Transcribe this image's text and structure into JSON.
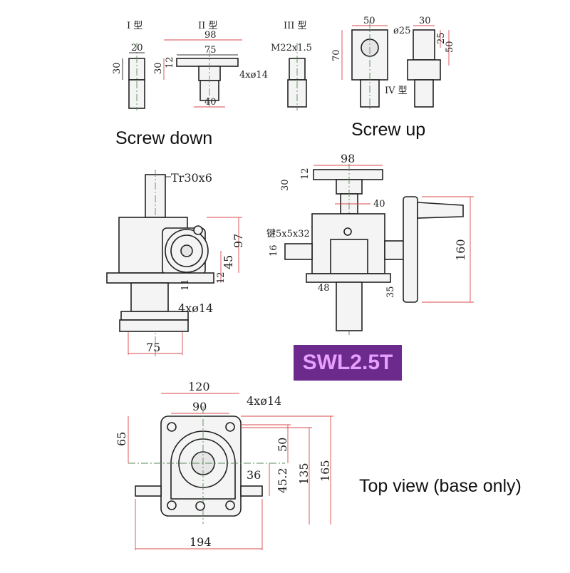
{
  "captions": {
    "screw_down": "Screw down",
    "screw_up": "Screw up",
    "top_view": "Top view (base only)"
  },
  "model_badge": "SWL2.5T",
  "types": {
    "type1": {
      "label": "I 型",
      "width": "20",
      "height": "30"
    },
    "type2": {
      "label": "II 型",
      "overall": "98",
      "flange": "75",
      "height": "30",
      "thickness": "12",
      "holes": "4xø14",
      "base": "40"
    },
    "type3": {
      "label": "III 型",
      "thread": "M22x1.5"
    },
    "type4": {
      "label": "IV 型",
      "width": "50",
      "bore": "ø25",
      "height": "70",
      "side_width": "30",
      "side_h1": "25",
      "side_h2": "50"
    }
  },
  "front_view": {
    "thread": "Tr30x6",
    "height_97": "97",
    "height_45": "45",
    "dim_12": "12",
    "dim_11": "11",
    "holes": "4xø14",
    "base_75": "75"
  },
  "side_view": {
    "flange_98": "98",
    "dim_30": "30",
    "dim_12": "12",
    "dim_40": "40",
    "key": "键5x5x32",
    "dim_16": "16",
    "dim_48": "48",
    "dim_35": "35",
    "handwheel_160": "160"
  },
  "top_view": {
    "width_120": "120",
    "width_90": "90",
    "holes": "4xø14",
    "dim_65": "65",
    "dim_50": "50",
    "dim_135": "135",
    "dim_165": "165",
    "dim_36": "36",
    "dim_45_2": "45.2",
    "dim_194": "194"
  },
  "colors": {
    "badge_bg": "#6b2a8c",
    "badge_text": "#e8a0ff",
    "dim_line": "#d84a4a",
    "centerline": "#5a8a5a"
  }
}
